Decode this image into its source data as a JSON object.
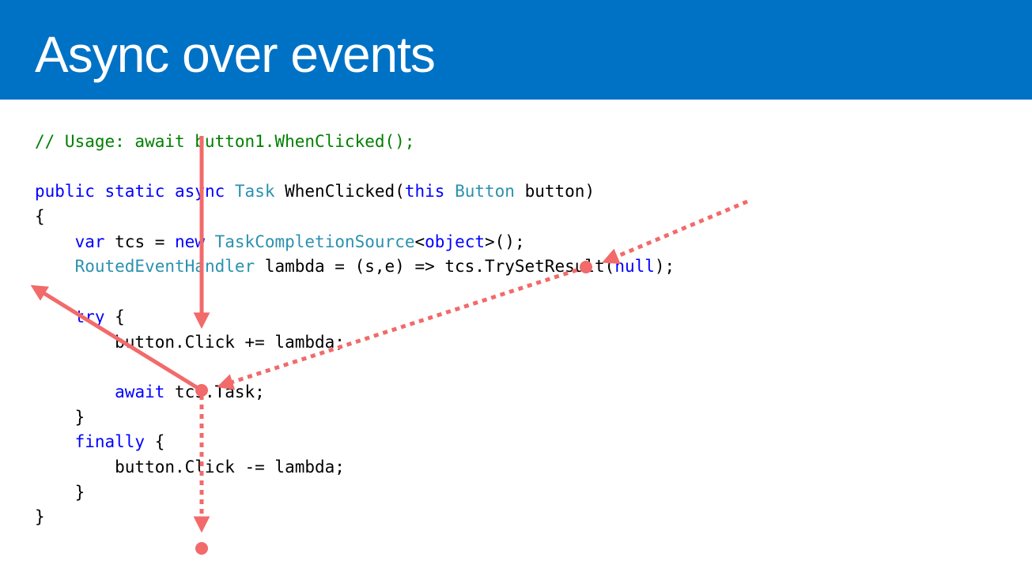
{
  "slide": {
    "title": "Async over events"
  },
  "code": {
    "lines": [
      [
        {
          "t": "// Usage: await button1.WhenClicked();",
          "c": "comment"
        }
      ],
      [],
      [
        {
          "t": "public",
          "c": "kw"
        },
        {
          "t": " ",
          "c": "plain"
        },
        {
          "t": "static",
          "c": "kw"
        },
        {
          "t": " ",
          "c": "plain"
        },
        {
          "t": "async",
          "c": "kw"
        },
        {
          "t": " ",
          "c": "plain"
        },
        {
          "t": "Task",
          "c": "type"
        },
        {
          "t": " WhenClicked(",
          "c": "plain"
        },
        {
          "t": "this",
          "c": "kw"
        },
        {
          "t": " ",
          "c": "plain"
        },
        {
          "t": "Button",
          "c": "type"
        },
        {
          "t": " button)",
          "c": "plain"
        }
      ],
      [
        {
          "t": "{",
          "c": "plain"
        }
      ],
      [
        {
          "t": "    ",
          "c": "plain"
        },
        {
          "t": "var",
          "c": "kw"
        },
        {
          "t": " tcs = ",
          "c": "plain"
        },
        {
          "t": "new",
          "c": "kw"
        },
        {
          "t": " ",
          "c": "plain"
        },
        {
          "t": "TaskCompletionSource",
          "c": "type"
        },
        {
          "t": "<",
          "c": "plain"
        },
        {
          "t": "object",
          "c": "kw"
        },
        {
          "t": ">();",
          "c": "plain"
        }
      ],
      [
        {
          "t": "    ",
          "c": "plain"
        },
        {
          "t": "RoutedEventHandler",
          "c": "type"
        },
        {
          "t": " lambda = (s,e) => tcs.TrySetResult(",
          "c": "plain"
        },
        {
          "t": "null",
          "c": "kw"
        },
        {
          "t": ");",
          "c": "plain"
        }
      ],
      [],
      [
        {
          "t": "    ",
          "c": "plain"
        },
        {
          "t": "try",
          "c": "kw"
        },
        {
          "t": " {",
          "c": "plain"
        }
      ],
      [
        {
          "t": "        button.Click += lambda;",
          "c": "plain"
        }
      ],
      [],
      [
        {
          "t": "        ",
          "c": "plain"
        },
        {
          "t": "await",
          "c": "kw"
        },
        {
          "t": " tcs.Task;",
          "c": "plain"
        }
      ],
      [
        {
          "t": "    }",
          "c": "plain"
        }
      ],
      [
        {
          "t": "    ",
          "c": "plain"
        },
        {
          "t": "finally",
          "c": "kw"
        },
        {
          "t": " {",
          "c": "plain"
        }
      ],
      [
        {
          "t": "        button.Click -= lambda;",
          "c": "plain"
        }
      ],
      [
        {
          "t": "    }",
          "c": "plain"
        }
      ],
      [
        {
          "t": "}",
          "c": "plain"
        }
      ]
    ]
  },
  "colors": {
    "header_bg": "#0072c6",
    "annotation": "#f26a6a",
    "comment": "#008000",
    "keyword": "#0000ff",
    "type": "#2b91af"
  }
}
